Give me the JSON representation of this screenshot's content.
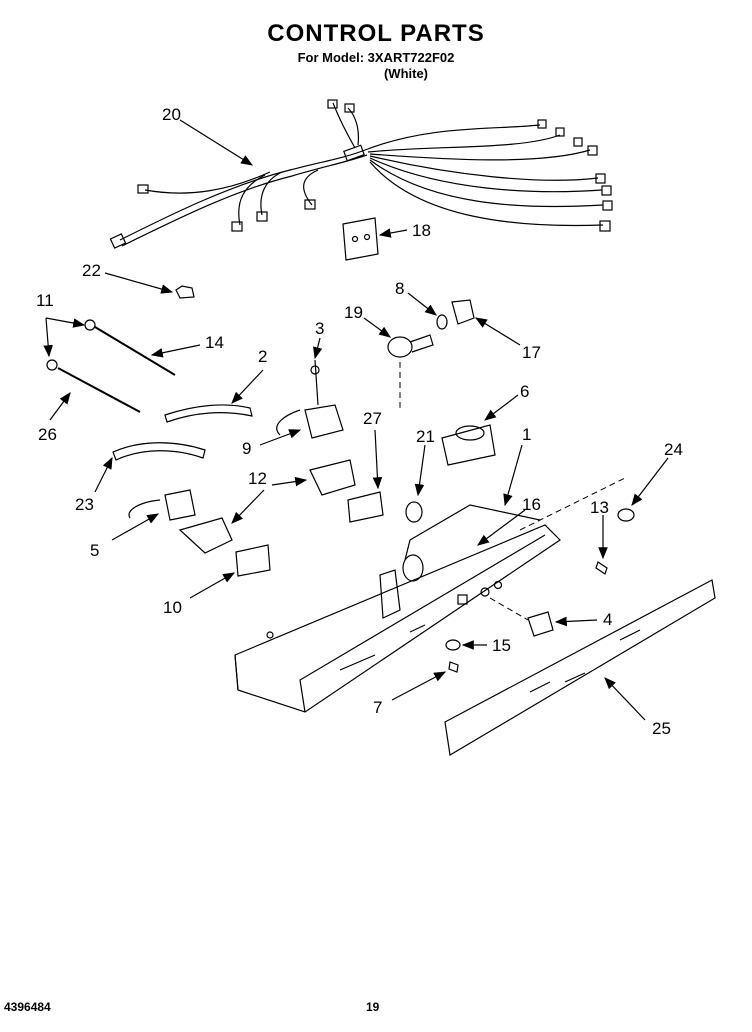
{
  "header": {
    "title": "CONTROL PARTS",
    "model": "For Model: 3XART722F02",
    "color": "(White)"
  },
  "footer": {
    "doc_number": "4396484",
    "page_number": "19"
  },
  "callouts": [
    "20",
    "18",
    "22",
    "8",
    "11",
    "19",
    "3",
    "14",
    "17",
    "2",
    "6",
    "26",
    "27",
    "9",
    "21",
    "1",
    "24",
    "23",
    "12",
    "16",
    "13",
    "5",
    "10",
    "4",
    "15",
    "7",
    "25"
  ]
}
